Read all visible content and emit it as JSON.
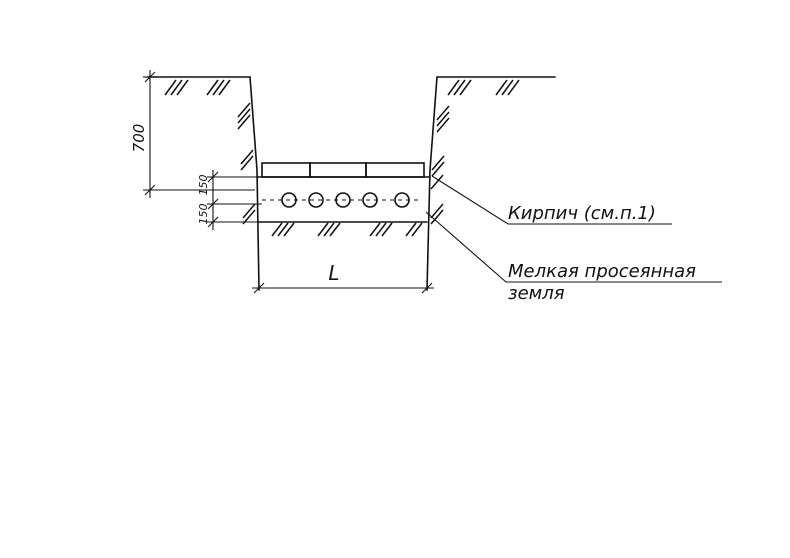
{
  "dimensions": {
    "depth": "700",
    "layer_upper": "150",
    "layer_lower": "150",
    "width": "L"
  },
  "labels": {
    "brick": "Кирпич (см.п.1)",
    "soil_line1": "Мелкая просеянная",
    "soil_line2": "земля"
  },
  "cables": {
    "count": 5
  },
  "bricks": {
    "count": 3
  }
}
